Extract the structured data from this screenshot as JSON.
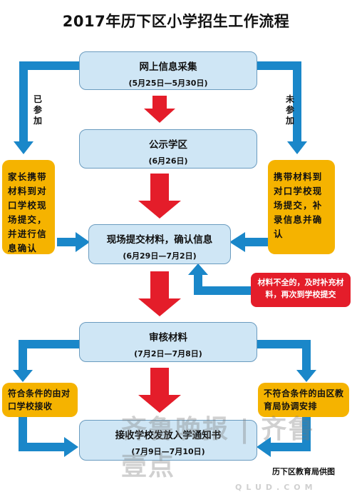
{
  "title": "2017年历下区小学招生工作流程",
  "steps": [
    {
      "name": "网上信息采集",
      "date": "(5月25日—5月30日)"
    },
    {
      "name": "公示学区",
      "date": "(6月26日)"
    },
    {
      "name": "现场提交材料，确认信息",
      "date": "(6月29日—7月2日)"
    },
    {
      "name": "审核材料",
      "date": "(7月2日—7月8日)"
    },
    {
      "name": "接收学校发放入学通知书",
      "date": "(7月9日—7月10日)"
    }
  ],
  "branch_labels": {
    "participated": "已参加",
    "not_participated": "未参加"
  },
  "side_boxes": {
    "left": "家长携带材料到对口学校现场提交，并进行信息确认",
    "right": "携带材料到对口学校现场提交，补录信息并确认"
  },
  "note_box": "材料不全的，及时补充材料，再次到学校提交",
  "outcomes": {
    "qualified": "符合条件的由对口学校接收",
    "unqualified": "不符合条件的由区教育局协调安排"
  },
  "watermark": {
    "main": "齐鲁晚报 | 齐鲁壹点",
    "sub": "QLUD.COM"
  },
  "credit": "历下区教育局供图",
  "colors": {
    "step_fill": "#cfe6f5",
    "step_border": "#6a9bbf",
    "side_fill": "#f5b300",
    "note_fill": "#e41d2a",
    "connector_blue": "#1a87c9",
    "main_arrow_red": "#e41d2a"
  }
}
